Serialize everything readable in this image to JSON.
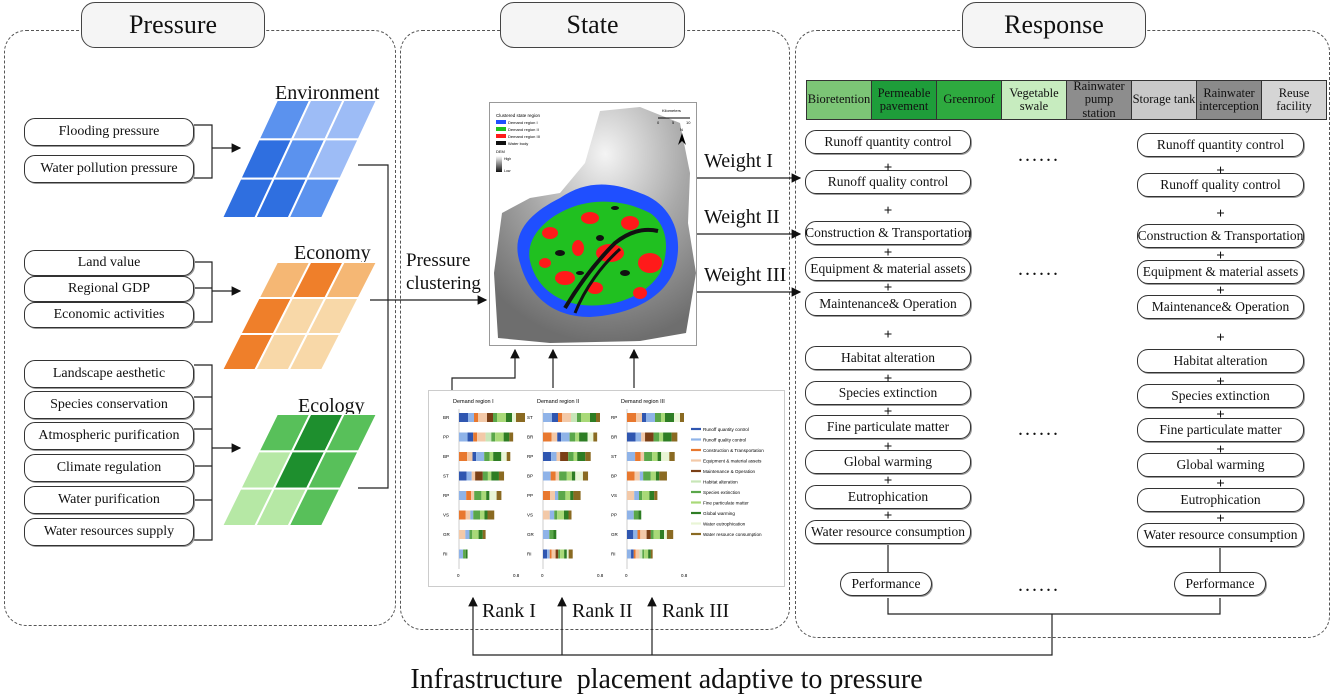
{
  "panels": {
    "pressure": "Pressure",
    "state": "State",
    "response": "Response"
  },
  "pressure": {
    "environment": {
      "title": "Environment",
      "items": [
        "Flooding pressure",
        "Water pollution pressure"
      ],
      "colors": [
        "#2f6fe0",
        "#5b92ee",
        "#9dbcf6"
      ]
    },
    "economy": {
      "title": "Economy",
      "items": [
        "Land value",
        "Regional GDP",
        "Economic activities"
      ],
      "colors": [
        "#ef7f2a",
        "#f5b774",
        "#f8d8a8"
      ]
    },
    "ecology": {
      "title": "Ecology",
      "items": [
        "Landscape aesthetic",
        "Species conservation",
        "Atmospheric purification",
        "Climate regulation",
        "Water purification",
        "Water resources supply"
      ],
      "colors": [
        "#1e8f2e",
        "#58c05a",
        "#b6e8a5"
      ]
    }
  },
  "state": {
    "clustering_label": "Pressure clustering",
    "weights": [
      "Weight I",
      "Weight II",
      "Weight III"
    ],
    "ranks": [
      "Rank I",
      "Rank II",
      "Rank III"
    ],
    "map": {
      "legend_title": "Clustered state region",
      "legend_items": [
        "Demand region I",
        "Demand region II",
        "Demand region III",
        "Water body"
      ],
      "legend_colors": [
        "#1f4fff",
        "#20c020",
        "#ff1a1a",
        "#111111"
      ],
      "dem_label": "DEM",
      "dem_high": "High",
      "dem_low": "Low",
      "scale_label": "Kilometers",
      "scale_ticks": [
        "0",
        "5",
        "10"
      ],
      "north": "N"
    },
    "bar_chart": {
      "titles": [
        "Demand region I",
        "Demand region II",
        "Demand region III"
      ],
      "rows": [
        [
          "BR",
          "PP",
          "BP",
          "ST",
          "RP",
          "VS",
          "GR",
          "RI"
        ],
        [
          "ST",
          "BR",
          "RP",
          "BP",
          "PP",
          "VS",
          "GR",
          "RI"
        ],
        [
          "RP",
          "BR",
          "ST",
          "BP",
          "VS",
          "PP",
          "GR",
          "RI"
        ]
      ],
      "x_ticks": [
        [
          "0",
          "0.8"
        ],
        [
          "0",
          "0.8"
        ],
        [
          "0",
          "0.8"
        ]
      ],
      "legend": [
        "Runoff quantity control",
        "Runoff quality control",
        "Construction & Transportation",
        "Equipment & material assets",
        "Maintenance & Operation",
        "Habitat alteration",
        "Species extinction",
        "Fine particulate matter",
        "Global warming",
        "Water eutrophication",
        "Water resource consumption"
      ],
      "legend_colors": [
        "#2f56b0",
        "#8fb3e8",
        "#e8782f",
        "#f3c9a8",
        "#7a3f16",
        "#c8e6b8",
        "#5aa74a",
        "#a9d978",
        "#2e7d24",
        "#e9f5d6",
        "#8a6a22"
      ]
    }
  },
  "response": {
    "facilities": [
      {
        "label": "Bioretention",
        "color": "#7cc576"
      },
      {
        "label": "Permeable pavement",
        "color": "#1e9d3a"
      },
      {
        "label": "Greenroof",
        "color": "#2eaa3f"
      },
      {
        "label": "Vegetable swale",
        "color": "#c7ecbf"
      },
      {
        "label": "Rainwater pump station",
        "color": "#8d8d8d"
      },
      {
        "label": "Storage tank",
        "color": "#c9c9c9"
      },
      {
        "label": "Rainwater interception",
        "color": "#8b8b8b"
      },
      {
        "label": "Reuse facility",
        "color": "#d5d5d5"
      }
    ],
    "criteria": [
      "Runoff quantity control",
      "Runoff quality control",
      "Construction & Transportation",
      "Equipment & material assets",
      "Maintenance& Operation",
      "Habitat alteration",
      "Species extinction",
      "Fine particulate matter",
      "Global warming",
      "Eutrophication",
      "Water resource consumption"
    ],
    "plus": "+",
    "ellipsis": "......",
    "performance": "Performance"
  },
  "footer": "Infrastructure  placement adaptive to pressure"
}
